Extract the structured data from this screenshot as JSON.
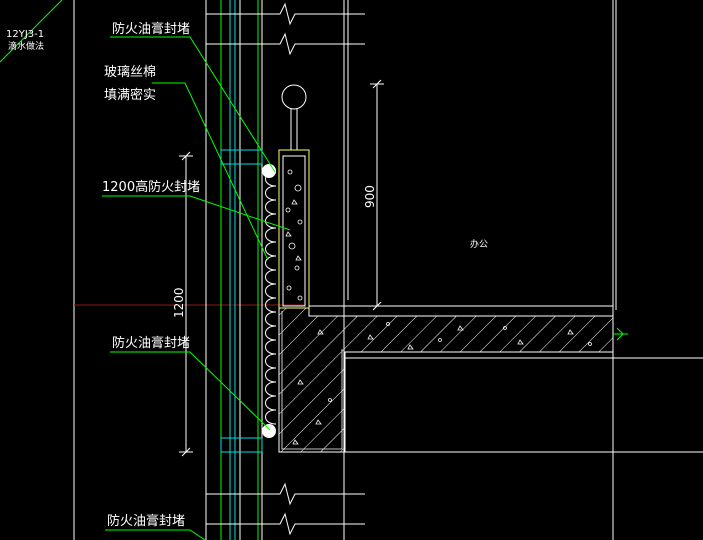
{
  "reference": {
    "code": "12YJ3-1",
    "note": "滴水做法"
  },
  "labels": {
    "firestop_top": "防火油膏封堵",
    "glass_wool_1": "玻璃丝棉",
    "glass_wool_2": "填满密实",
    "firestop_1200": "1200高防火封堵",
    "firestop_mid": "防火油膏封堵",
    "firestop_bottom": "防火油膏封堵",
    "room": "办公"
  },
  "dimensions": {
    "railing_height": "900",
    "firestop_height": "1200"
  },
  "colors": {
    "background": "#000000",
    "line_white": "#ffffff",
    "line_green": "#00ff00",
    "line_yellow": "#ffff66",
    "line_cyan": "#00e0e0",
    "line_red": "#8b1a1a"
  }
}
